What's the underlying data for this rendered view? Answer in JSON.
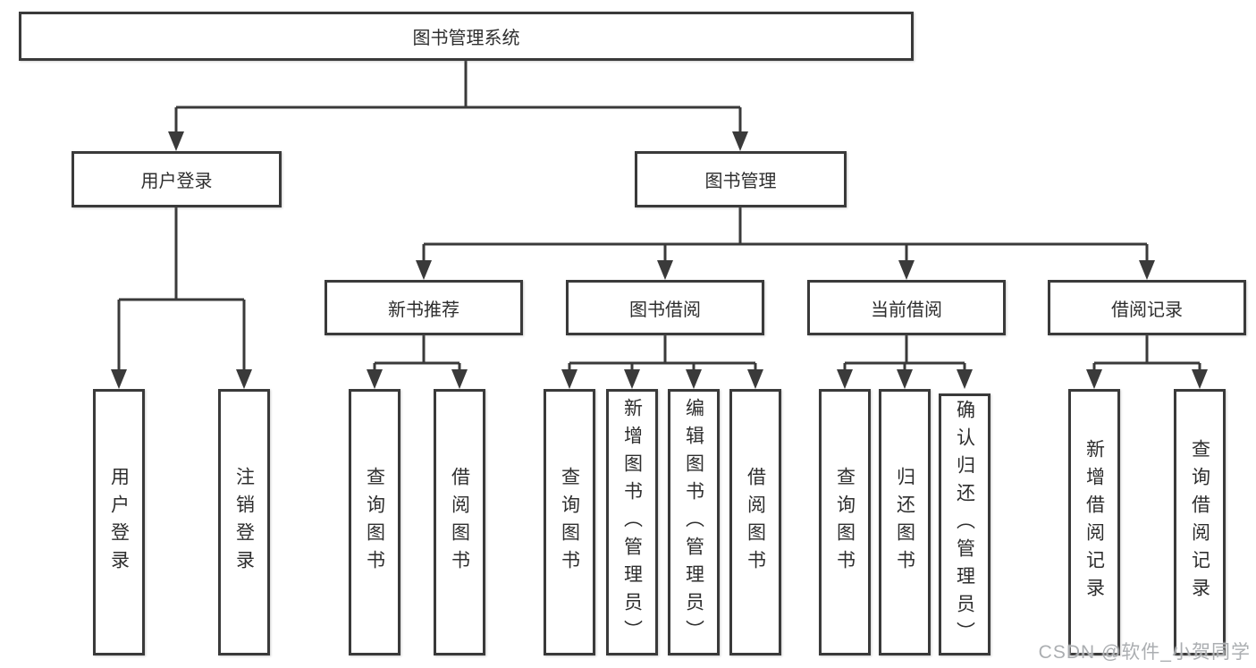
{
  "tree": {
    "root": "图书管理系统",
    "branches": [
      {
        "label": "用户登录",
        "children": [
          "用户登录",
          "注销登录"
        ]
      },
      {
        "label": "图书管理",
        "groups": [
          {
            "label": "新书推荐",
            "children": [
              "查询图书",
              "借阅图书"
            ]
          },
          {
            "label": "图书借阅",
            "children": [
              "查询图书",
              "新增图书（管理员）",
              "编辑图书（管理员）",
              "借阅图书"
            ]
          },
          {
            "label": "当前借阅",
            "children": [
              "查询图书",
              "归还图书",
              "确认归还（管理员）"
            ]
          },
          {
            "label": "借阅记录",
            "children": [
              "新增借阅记录",
              "查询借阅记录"
            ]
          }
        ]
      }
    ]
  },
  "watermark": {
    "text": "CSDN @软件_小贺同学"
  },
  "colors": {
    "line": "#3a3a3a",
    "box_border": "#3a3a3a",
    "text": "#2e2e2e",
    "watermark": "#abaeb1",
    "background": "#ffffff"
  }
}
